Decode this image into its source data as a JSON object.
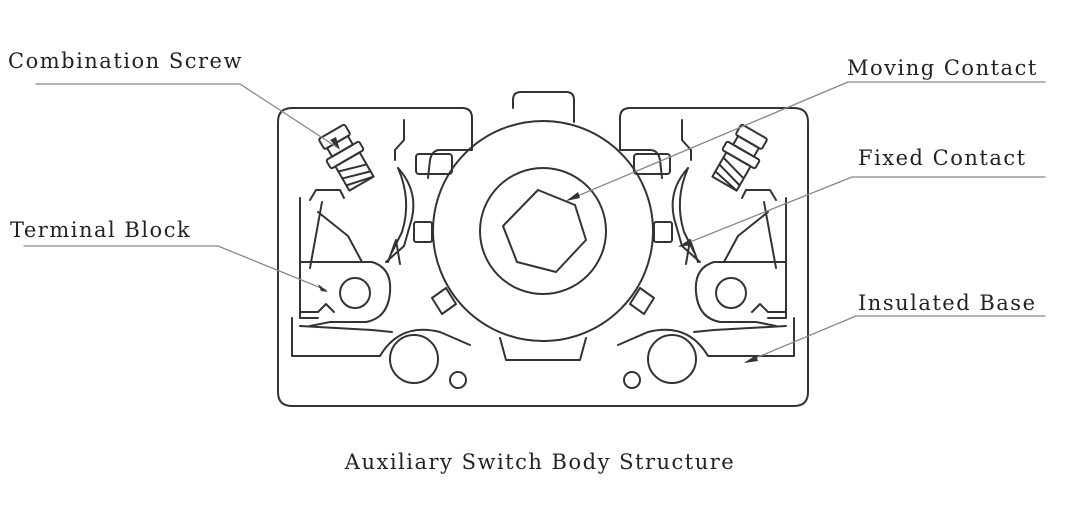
{
  "labels": {
    "combination_screw": "Combination Screw",
    "terminal_block": "Terminal Block",
    "moving_contact": "Moving Contact",
    "fixed_contact": "Fixed Contact",
    "insulated_base": "Insulated Base"
  },
  "caption": "Auxiliary Switch Body Structure",
  "colors": {
    "line": "#333333",
    "leader": "#888888",
    "background": "#ffffff"
  }
}
